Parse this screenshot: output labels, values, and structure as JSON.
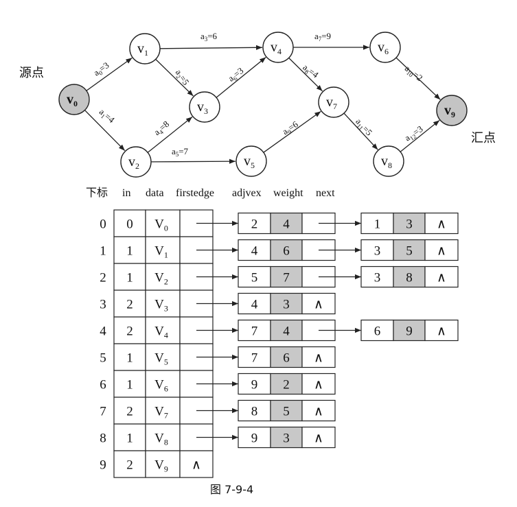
{
  "graph": {
    "source_label": "源点",
    "sink_label": "汇点",
    "nodes": [
      {
        "id": 0,
        "base": "v",
        "sub": "0",
        "highlight": true
      },
      {
        "id": 1,
        "base": "v",
        "sub": "1",
        "highlight": false
      },
      {
        "id": 2,
        "base": "v",
        "sub": "2",
        "highlight": false
      },
      {
        "id": 3,
        "base": "v",
        "sub": "3",
        "highlight": false
      },
      {
        "id": 4,
        "base": "v",
        "sub": "4",
        "highlight": false
      },
      {
        "id": 5,
        "base": "v",
        "sub": "5",
        "highlight": false
      },
      {
        "id": 6,
        "base": "v",
        "sub": "6",
        "highlight": false
      },
      {
        "id": 7,
        "base": "v",
        "sub": "7",
        "highlight": false
      },
      {
        "id": 8,
        "base": "v",
        "sub": "8",
        "highlight": false
      },
      {
        "id": 9,
        "base": "v",
        "sub": "9",
        "highlight": true
      }
    ],
    "edges": [
      {
        "from": 0,
        "to": 1,
        "name": "a",
        "sub": "0",
        "weight": "3"
      },
      {
        "from": 0,
        "to": 2,
        "name": "a",
        "sub": "1",
        "weight": "4"
      },
      {
        "from": 1,
        "to": 3,
        "name": "a",
        "sub": "2",
        "weight": "5"
      },
      {
        "from": 1,
        "to": 4,
        "name": "a",
        "sub": "3",
        "weight": "6"
      },
      {
        "from": 2,
        "to": 3,
        "name": "a",
        "sub": "4",
        "weight": "8"
      },
      {
        "from": 2,
        "to": 5,
        "name": "a",
        "sub": "5",
        "weight": "7"
      },
      {
        "from": 3,
        "to": 4,
        "name": "a",
        "sub": "6",
        "weight": "3"
      },
      {
        "from": 4,
        "to": 6,
        "name": "a",
        "sub": "7",
        "weight": "9"
      },
      {
        "from": 4,
        "to": 7,
        "name": "a",
        "sub": "8",
        "weight": "4"
      },
      {
        "from": 5,
        "to": 7,
        "name": "a",
        "sub": "9",
        "weight": "6"
      },
      {
        "from": 6,
        "to": 9,
        "name": "a",
        "sub": "10",
        "weight": "2"
      },
      {
        "from": 7,
        "to": 8,
        "name": "a",
        "sub": "11",
        "weight": "5"
      },
      {
        "from": 8,
        "to": 9,
        "name": "a",
        "sub": "12",
        "weight": "3"
      }
    ]
  },
  "table": {
    "headers": {
      "index": "下标",
      "in": "in",
      "data": "data",
      "firstedge": "firstedge",
      "adjvex": "adjvex",
      "weight": "weight",
      "next": "next"
    },
    "null_symbol": "∧",
    "rows": [
      {
        "index": "0",
        "in": "0",
        "data": "V",
        "sub": "0",
        "edges": [
          {
            "adjvex": "2",
            "weight": "4"
          },
          {
            "adjvex": "1",
            "weight": "3"
          }
        ]
      },
      {
        "index": "1",
        "in": "1",
        "data": "V",
        "sub": "1",
        "edges": [
          {
            "adjvex": "4",
            "weight": "6"
          },
          {
            "adjvex": "3",
            "weight": "5"
          }
        ]
      },
      {
        "index": "2",
        "in": "1",
        "data": "V",
        "sub": "2",
        "edges": [
          {
            "adjvex": "5",
            "weight": "7"
          },
          {
            "adjvex": "3",
            "weight": "8"
          }
        ]
      },
      {
        "index": "3",
        "in": "2",
        "data": "V",
        "sub": "3",
        "edges": [
          {
            "adjvex": "4",
            "weight": "3"
          }
        ]
      },
      {
        "index": "4",
        "in": "2",
        "data": "V",
        "sub": "4",
        "edges": [
          {
            "adjvex": "7",
            "weight": "4"
          },
          {
            "adjvex": "6",
            "weight": "9"
          }
        ]
      },
      {
        "index": "5",
        "in": "1",
        "data": "V",
        "sub": "5",
        "edges": [
          {
            "adjvex": "7",
            "weight": "6"
          }
        ]
      },
      {
        "index": "6",
        "in": "1",
        "data": "V",
        "sub": "6",
        "edges": [
          {
            "adjvex": "9",
            "weight": "2"
          }
        ]
      },
      {
        "index": "7",
        "in": "2",
        "data": "V",
        "sub": "7",
        "edges": [
          {
            "adjvex": "8",
            "weight": "5"
          }
        ]
      },
      {
        "index": "8",
        "in": "1",
        "data": "V",
        "sub": "8",
        "edges": [
          {
            "adjvex": "9",
            "weight": "3"
          }
        ]
      },
      {
        "index": "9",
        "in": "2",
        "data": "V",
        "sub": "9",
        "edges": []
      }
    ]
  },
  "caption": "图 7-9-4",
  "colors": {
    "highlight_fill": "#c4c4c4",
    "weight_cell_fill": "#c8c8c8",
    "stroke": "#222222"
  }
}
